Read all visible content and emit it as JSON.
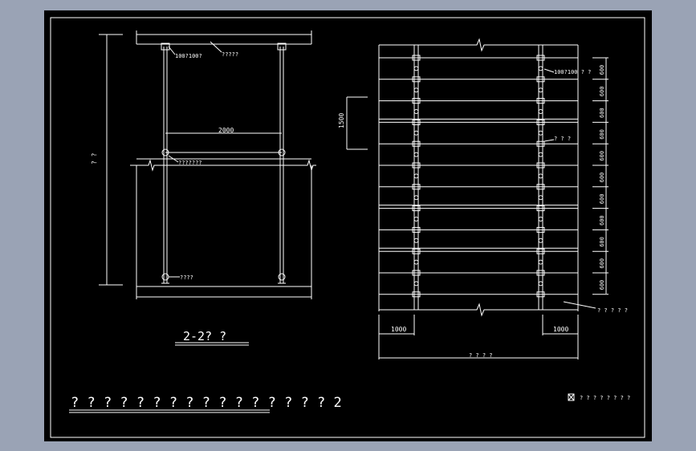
{
  "window": {
    "background": "#9aa3b5",
    "sheet_color": "#000000",
    "line_color": "#ffffff"
  },
  "section_view": {
    "top_label": "?????",
    "pipe_label": "100?100?",
    "dim_2000": "2000",
    "height_label": "? ?",
    "mid_label": "???????",
    "bottom_label": "????",
    "title": "2-2? ?"
  },
  "plan_view": {
    "pipe_label": "100?100 ? ?",
    "dim_1500": "1500",
    "side_label": "? ? ?",
    "spacings": [
      "600",
      "600",
      "600",
      "600",
      "600",
      "600",
      "600",
      "600",
      "600",
      "600",
      "600"
    ],
    "bottom_right_label": "? ? ? ? ?",
    "dim_left": "1000",
    "dim_right": "1000",
    "total_label": "? ? ? ?"
  },
  "sheet_title": "? ? ? ? ? ? ? ? ? ? ? ? ? ? ? ? 2",
  "legend_text": "? ? ? ? ? ? ? ?",
  "icons": {
    "legend_marker": "boxed-x-icon"
  }
}
